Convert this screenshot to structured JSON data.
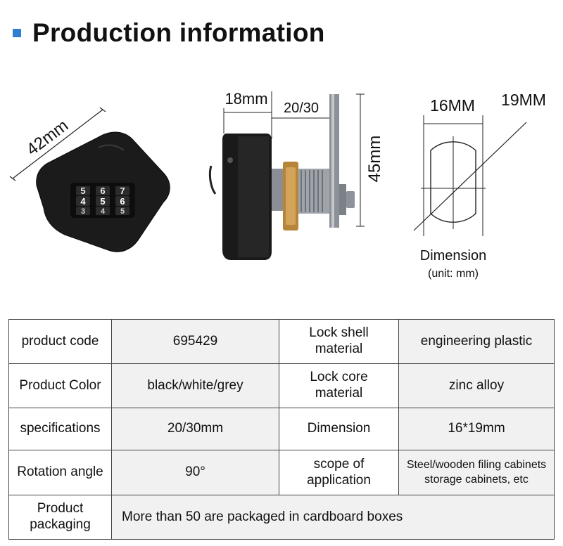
{
  "header": {
    "title": "Production information"
  },
  "figures": {
    "front": {
      "width_label": "42mm",
      "dial_digits": [
        "5",
        "6",
        "7",
        "4",
        "5",
        "6",
        "3",
        "4",
        "5"
      ]
    },
    "side": {
      "body_label": "18mm",
      "thread_label": "20/30",
      "height_label": "45mm"
    },
    "dimension": {
      "label_16": "16MM",
      "label_19": "19MM",
      "caption": "Dimension",
      "unit": "(unit: mm)"
    }
  },
  "specs": {
    "row1": {
      "k1": "product code",
      "v1": "695429",
      "k2a": "Lock shell",
      "k2b": "material",
      "v2": "engineering plastic"
    },
    "row2": {
      "k1": "Product Color",
      "v1": "black/white/grey",
      "k2a": "Lock core",
      "k2b": "material",
      "v2": "zinc alloy"
    },
    "row3": {
      "k1": "specifications",
      "v1": "20/30mm",
      "k2": "Dimension",
      "v2": "16*19mm"
    },
    "row4": {
      "k1": "Rotation angle",
      "v1": "90°",
      "k2a": "scope of",
      "k2b": "application",
      "v2a": "Steel/wooden filing cabinets",
      "v2b": "storage cabinets, etc"
    },
    "row5": {
      "k1a": "Product",
      "k1b": "packaging",
      "v1": "More than 50 are packaged in cardboard boxes"
    }
  }
}
